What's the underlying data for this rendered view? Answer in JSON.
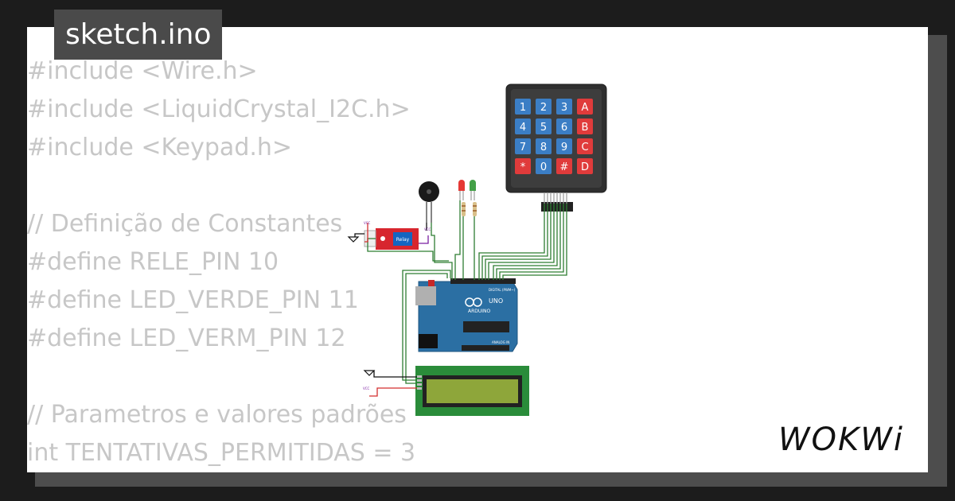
{
  "file_tab": {
    "label": "sketch.ino"
  },
  "code_lines": [
    "#include <Wire.h>",
    "#include <LiquidCrystal_I2C.h>",
    "#include <Keypad.h>",
    "",
    "// Definição de Constantes",
    "#define RELE_PIN 10",
    "#define LED_VERDE_PIN 11",
    "#define LED_VERM_PIN 12",
    "",
    "// Parametros e valores padrões",
    "int TENTATIVAS_PERMITIDAS = 3"
  ],
  "keypad": {
    "rows": [
      [
        "1",
        "2",
        "3",
        "A"
      ],
      [
        "4",
        "5",
        "6",
        "B"
      ],
      [
        "7",
        "8",
        "9",
        "C"
      ],
      [
        "*",
        "0",
        "#",
        "D"
      ]
    ]
  },
  "relay_label": "Relay",
  "arduino": {
    "brand": "ARDUINO",
    "model": "UNO",
    "digital_label": "DIGITAL (PWM~)",
    "analog_label": "ANALOG IN"
  },
  "vcc_label": "VCC",
  "brand": {
    "name": "WOKWi"
  },
  "colors": {
    "key_blue": "#3b7ec5",
    "key_red": "#e03b3b",
    "arduino_blue": "#2b6fa3",
    "lcd_green": "#2a8c3a",
    "lcd_screen": "#8ea63a",
    "relay_red": "#d7262e"
  }
}
